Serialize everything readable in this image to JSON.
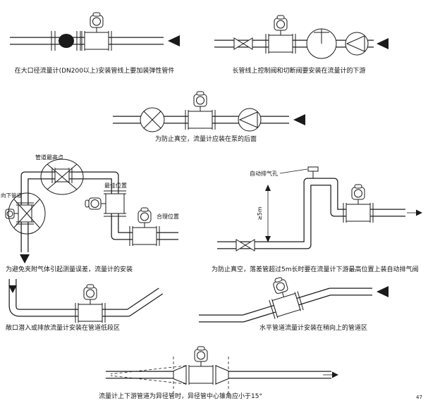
{
  "page": {
    "page_number": "47"
  },
  "diagrams": {
    "d1": {
      "caption": "在大口径流量计(DN200以上)安装管线上要加装弹性管件"
    },
    "d2": {
      "caption": "长管线上控制阀和切断阀要安装在流量计的下游"
    },
    "d3": {
      "caption": "为防止真空，流量计应装在泵的后面"
    },
    "d4": {
      "caption": "为避免夹附气体引起测量误差，流量计的安装",
      "labels": {
        "highest_point": "管道最高点",
        "downward_pipe": "向下管道",
        "best_position": "最佳位置",
        "reasonable_position": "合理位置"
      }
    },
    "d5": {
      "caption": "为防止真空，落差管超过5m长时要在流量计下游最高位置上装自动排气阀",
      "labels": {
        "auto_vent": "自动排气孔",
        "drop_height": "≥5m"
      }
    },
    "d6": {
      "caption": "敞口潜入或排放流量计安装在管道低段区"
    },
    "d7": {
      "caption": "水平管道流量计安装在稍向上的管道区"
    },
    "d8": {
      "caption": "流量计上下游管道为异径管时，异径管中心锥角应小于15°"
    }
  }
}
